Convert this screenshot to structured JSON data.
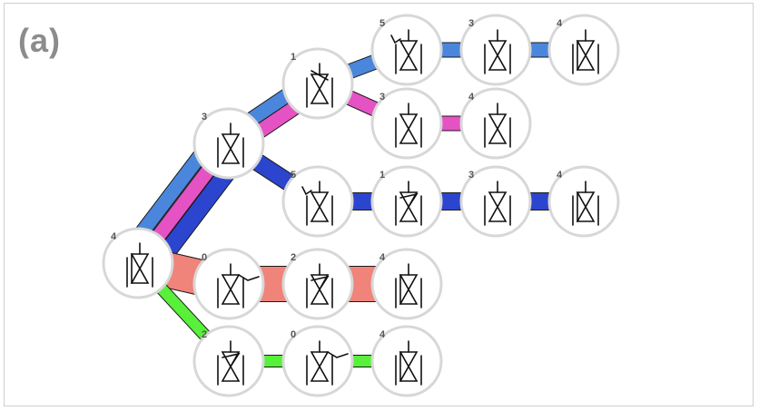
{
  "panel_label": "(a)",
  "colors": {
    "light_blue": "#4a87dc",
    "pink": "#e552c4",
    "dark_blue": "#2c45cf",
    "salmon": "#f0837a",
    "green": "#58f03a",
    "node_fill": "#ffffff",
    "node_border": "#d7d7d7",
    "glyph": "#111111"
  },
  "nodes": [
    {
      "id": "root",
      "label": "4"
    },
    {
      "id": "b1",
      "label": "3"
    },
    {
      "id": "b1a",
      "label": "1"
    },
    {
      "id": "b1a1",
      "label": "5"
    },
    {
      "id": "b1a2",
      "label": "3"
    },
    {
      "id": "b1a3",
      "label": "4"
    },
    {
      "id": "b1b1",
      "label": "3"
    },
    {
      "id": "b1b2",
      "label": "4"
    },
    {
      "id": "b1c1",
      "label": "5"
    },
    {
      "id": "b1c2",
      "label": "1"
    },
    {
      "id": "b1c3",
      "label": "3"
    },
    {
      "id": "b1c4",
      "label": "4"
    },
    {
      "id": "b2a",
      "label": "0"
    },
    {
      "id": "b2b",
      "label": "2"
    },
    {
      "id": "b2c",
      "label": "4"
    },
    {
      "id": "b3a",
      "label": "2"
    },
    {
      "id": "b3b",
      "label": "0"
    },
    {
      "id": "b3c",
      "label": "4"
    }
  ],
  "edges": [
    {
      "from": "root",
      "to": "b1",
      "color": "light_blue"
    },
    {
      "from": "root",
      "to": "b1",
      "color": "pink"
    },
    {
      "from": "root",
      "to": "b1",
      "color": "dark_blue"
    },
    {
      "from": "b1",
      "to": "b1a",
      "color": "light_blue"
    },
    {
      "from": "b1",
      "to": "b1a",
      "color": "pink"
    },
    {
      "from": "b1a",
      "to": "b1a1",
      "color": "light_blue"
    },
    {
      "from": "b1a1",
      "to": "b1a2",
      "color": "light_blue"
    },
    {
      "from": "b1a2",
      "to": "b1a3",
      "color": "light_blue"
    },
    {
      "from": "b1a",
      "to": "b1b1",
      "color": "pink"
    },
    {
      "from": "b1b1",
      "to": "b1b2",
      "color": "pink"
    },
    {
      "from": "b1",
      "to": "b1c1",
      "color": "dark_blue"
    },
    {
      "from": "b1c1",
      "to": "b1c2",
      "color": "dark_blue"
    },
    {
      "from": "b1c2",
      "to": "b1c3",
      "color": "dark_blue"
    },
    {
      "from": "b1c3",
      "to": "b1c4",
      "color": "dark_blue"
    },
    {
      "from": "root",
      "to": "b2a",
      "color": "salmon"
    },
    {
      "from": "b2a",
      "to": "b2b",
      "color": "salmon"
    },
    {
      "from": "b2b",
      "to": "b2c",
      "color": "salmon"
    },
    {
      "from": "root",
      "to": "b3a",
      "color": "green"
    },
    {
      "from": "b3a",
      "to": "b3b",
      "color": "green"
    },
    {
      "from": "b3b",
      "to": "b3c",
      "color": "green"
    }
  ]
}
